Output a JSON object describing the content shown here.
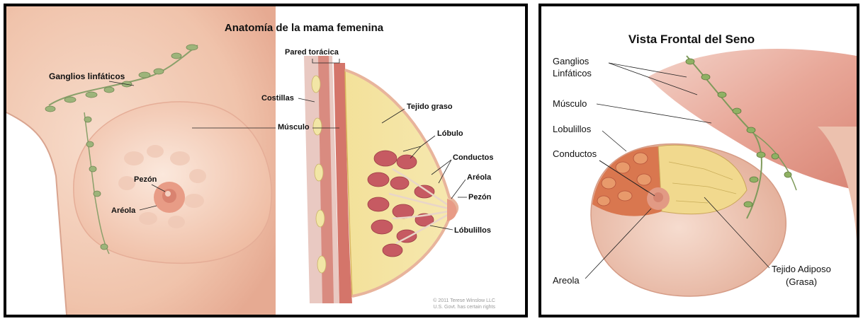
{
  "left": {
    "title": "Anatomía de la mama femenina",
    "labels": {
      "ganglios": "Ganglios linfáticos",
      "pared": "Pared torácica",
      "costillas": "Costillas",
      "musculo": "Músculo",
      "tejido": "Tejido graso",
      "lobulo": "Lóbulo",
      "conductos": "Conductos",
      "areola_r": "Aréola",
      "pezon_r": "Pezón",
      "lobulillos": "Lóbulillos",
      "pezon_l": "Pezón",
      "areola_l": "Aréola"
    },
    "copyright1": "© 2011 Terese Winslow LLC",
    "copyright2": "U.S. Govt. has certain rights"
  },
  "right": {
    "title": "Vista Frontal del Seno",
    "labels": {
      "ganglios1": "Ganglios",
      "ganglios2": "Linfáticos",
      "musculo": "Músculo",
      "lobulillos": "Lobulillos",
      "conductos": "Conductos",
      "areola": "Areola",
      "tejido1": "Tejido Adiposo",
      "tejido2": "(Grasa)"
    }
  },
  "colors": {
    "skin": "#f2c7b0",
    "skin_dark": "#e4a48c",
    "muscle": "#e08a7a",
    "fat": "#f4df8a",
    "lymph": "#8aa06a",
    "lobule": "#c9565e",
    "border": "#000000"
  }
}
